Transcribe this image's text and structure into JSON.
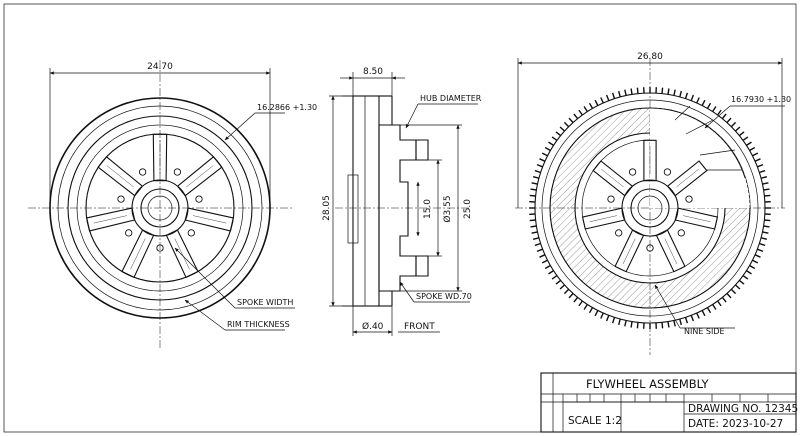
{
  "title_block": {
    "title": "FLYWHEEL ASSEMBLY",
    "scale": "SCALE 1:2",
    "drawing_no": "DRAWING NO. 12345",
    "date": "DATE: 2023-10-27"
  },
  "left_view": {
    "dim_overall": "24.70",
    "dim_tol": "16.2866 +1.30",
    "callout_spoke_width": "SPOKE WIDTH",
    "callout_rim_thickness": "RIM THICKNESS"
  },
  "middle_view": {
    "dim_width": "8.50",
    "dim_height": "28.05",
    "dim_15": "15.0",
    "dim_355": "Ø3.55",
    "dim_25": "25.0",
    "dim_bottom": "Ø.40",
    "callout_hub": "HUB DIAMETER",
    "callout_spoke": "SPOKE WD.70",
    "view_label": "FRONT"
  },
  "right_view": {
    "dim_overall": "26.80",
    "dim_tol": "16.7930 +1.30",
    "callout_side": "NINE SIDE"
  }
}
